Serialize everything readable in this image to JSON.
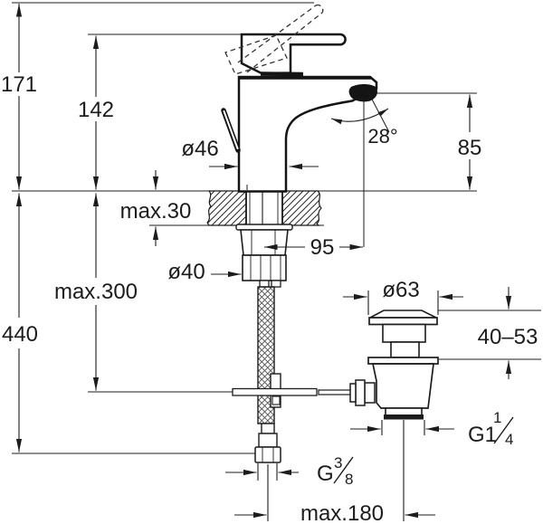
{
  "drawing": {
    "title": "basin-mixer-installation-dimensions",
    "colors": {
      "line": "#1c1c1c",
      "background": "#ffffff"
    },
    "labels": {
      "overall_height": "171",
      "spout_top_height": "142",
      "deck_thickness": "max.30",
      "body_diameter": "ø46",
      "spout_reach": "95",
      "outlet_height": "85",
      "spray_angle": "28°",
      "shank_diameter": "ø40",
      "hose_length": "max.300",
      "total_length": "440",
      "waste_flange_diameter": "ø63",
      "clamping_range": "40–53",
      "drain_offset": "max.180",
      "waste_thread_base": "G1",
      "waste_thread_num": "1",
      "waste_thread_den": "4",
      "supply_thread_base": "G",
      "supply_thread_num": "3",
      "supply_thread_den": "8"
    }
  }
}
